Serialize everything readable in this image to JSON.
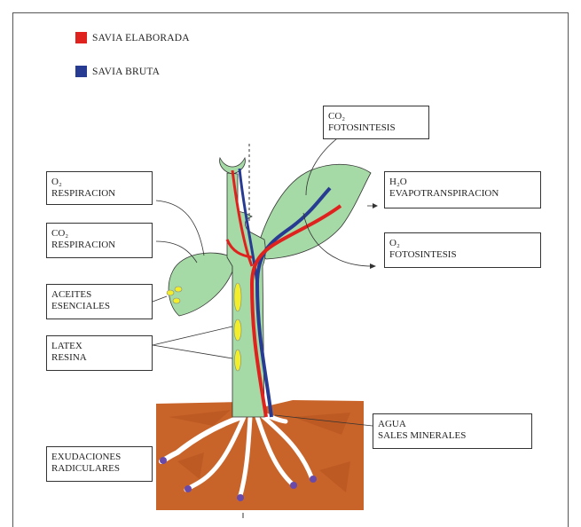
{
  "legend": [
    {
      "label": "SAVIA ELABORADA",
      "color": "#e0221e"
    },
    {
      "label": "SAVIA BRUTA",
      "color": "#283b92"
    }
  ],
  "labels": {
    "co2_fotosintesis": {
      "line1": "CO₂",
      "line2": "FOTOSINTESIS"
    },
    "o2_respiracion": {
      "line1": "O₂",
      "line2": "RESPIRACION"
    },
    "h2o_evapotranspiracion": {
      "line1": "H₂O",
      "line2": "EVAPOTRANSPIRACION"
    },
    "co2_respiracion": {
      "line1": "CO₂",
      "line2": "RESPIRACION"
    },
    "o2_fotosintesis": {
      "line1": "O₂",
      "line2": "FOTOSINTESIS"
    },
    "aceites_esenciales": {
      "line1": "ACEITES",
      "line2": "ESENCIALES"
    },
    "latex_resina": {
      "line1": "LATEX",
      "line2": "RESINA"
    },
    "agua_sales": {
      "line1": "AGUA",
      "line2": "SALES MINERALES"
    },
    "exudaciones": {
      "line1": "EXUDACIONES",
      "line2": "RADICULARES"
    }
  },
  "colors": {
    "plant_green": "#a5d9a5",
    "soil": "#c8642a",
    "elaborated_sap": "#e0221e",
    "raw_sap": "#283b92",
    "oil_yellow": "#f2ee2a"
  }
}
